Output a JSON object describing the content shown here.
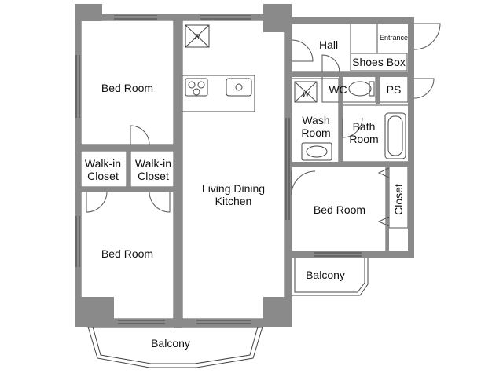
{
  "rooms": {
    "bedroom_top_left": "Bed Room",
    "bedroom_bottom_left": "Bed Room",
    "bedroom_right": "Bed Room",
    "walkin_closet_1_line1": "Walk-in",
    "walkin_closet_1_line2": "Closet",
    "walkin_closet_2_line1": "Walk-in",
    "walkin_closet_2_line2": "Closet",
    "ldk_line1": "Living Dining",
    "ldk_line2": "Kitchen",
    "hall": "Hall",
    "entrance": "Entrance",
    "shoes_box": "Shoes Box",
    "wc": "WC",
    "ps": "PS",
    "wash_line1": "Wash",
    "wash_line2": "Room",
    "bath_line1": "Bath",
    "bath_line2": "Room",
    "closet": "Closet",
    "balcony_right": "Balcony",
    "balcony_bottom": "Balcony"
  },
  "fixtures": {
    "refrigerator_mark": "R",
    "washer_mark": "W"
  },
  "colors": {
    "wall": "#8a8a8a",
    "line": "#555555",
    "background": "#ffffff"
  }
}
